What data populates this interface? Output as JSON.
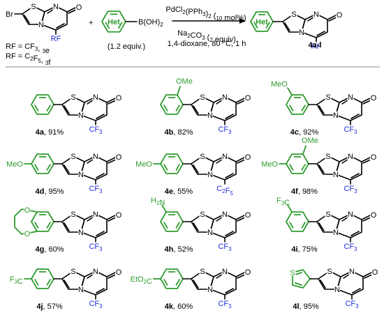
{
  "scheme": {
    "reactant_bromide": {
      "br_label": "Br",
      "substituent": "RF",
      "variants": [
        "RF = CF3, 3e",
        "RF = C2F5, 3f"
      ]
    },
    "reactant_boronic": {
      "het_label": "Het",
      "group_label": "B(OH)2",
      "equiv": "(1.2 equiv.)"
    },
    "plus": "+",
    "conditions": {
      "catalyst": "PdCl2(PPh3)2 (10 mol%)",
      "base": "Na2CO3 (2 equiv)",
      "solvent": "1,4-dioxane, 80 °C, 1 h"
    },
    "product_label": "4a-l"
  },
  "atoms": {
    "S": "S",
    "N": "N",
    "O": "O"
  },
  "products": [
    {
      "id": "4a",
      "yield": "91%",
      "rf": "CF3",
      "aryl": "Ph"
    },
    {
      "id": "4b",
      "yield": "82%",
      "rf": "CF3",
      "aryl": "2-MeO-C6H4",
      "sub": "OMe"
    },
    {
      "id": "4c",
      "yield": "92%",
      "rf": "CF3",
      "aryl": "3-MeO-C6H4",
      "sub": "MeO"
    },
    {
      "id": "4d",
      "yield": "95%",
      "rf": "CF3",
      "aryl": "4-MeO-C6H4",
      "sub": "MeO"
    },
    {
      "id": "4e",
      "yield": "55%",
      "rf": "C2F5",
      "aryl": "4-MeO-C6H4",
      "sub": "MeO"
    },
    {
      "id": "4f",
      "yield": "98%",
      "rf": "CF3",
      "aryl": "2,4-(MeO)2-C6H3",
      "sub": "MeO",
      "sub2": "OMe"
    },
    {
      "id": "4g",
      "yield": "60%",
      "rf": "CF3",
      "aryl": "benzodioxane"
    },
    {
      "id": "4h",
      "yield": "52%",
      "rf": "CF3",
      "aryl": "3-H2N-C6H4",
      "sub": "H2N"
    },
    {
      "id": "4i",
      "yield": "75%",
      "rf": "CF3",
      "aryl": "3-F3C-C6H4",
      "sub": "F3C"
    },
    {
      "id": "4j",
      "yield": "57%",
      "rf": "CF3",
      "aryl": "4-F3C-C6H4",
      "sub": "F3C"
    },
    {
      "id": "4k",
      "yield": "60%",
      "rf": "CF3",
      "aryl": "4-EtO2C-C6H4",
      "sub": "EtO2C"
    },
    {
      "id": "4l",
      "yield": "95%",
      "rf": "CF3",
      "aryl": "3-thienyl"
    }
  ]
}
